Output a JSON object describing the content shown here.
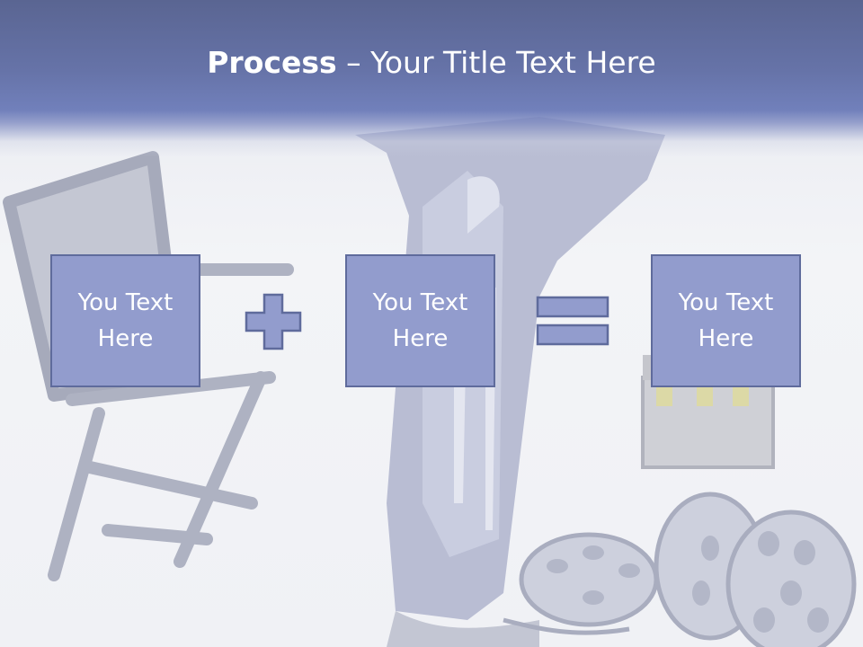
{
  "title": {
    "bold": "Process",
    "rest": " – Your Title Text Here"
  },
  "boxes": [
    {
      "text": "You Text Here"
    },
    {
      "text": "You Text Here"
    },
    {
      "text": "You Text Here"
    }
  ],
  "operators": [
    "plus-icon",
    "equals-icon"
  ],
  "colors": {
    "header": "#6673a8",
    "box_fill": "#929ccd",
    "box_border": "#5f6b9c",
    "text": "#ffffff",
    "background_art": "#a9adbf"
  }
}
